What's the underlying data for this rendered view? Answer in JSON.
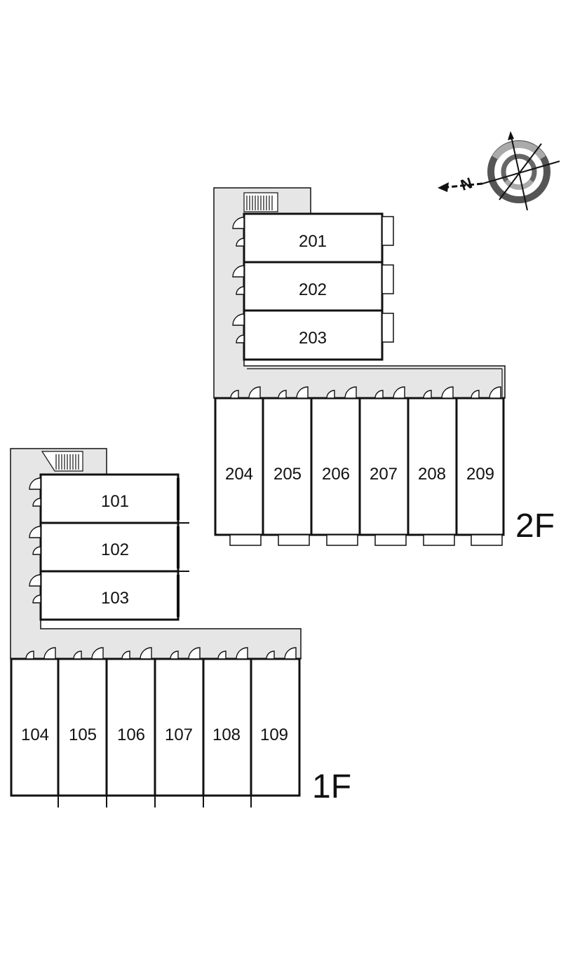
{
  "floors": [
    {
      "label": "2F",
      "upper_units": [
        "201",
        "202",
        "203"
      ],
      "lower_units": [
        "204",
        "205",
        "206",
        "207",
        "208",
        "209"
      ]
    },
    {
      "label": "1F",
      "upper_units": [
        "101",
        "102",
        "103"
      ],
      "lower_units": [
        "104",
        "105",
        "106",
        "107",
        "108",
        "109"
      ]
    }
  ],
  "compass": {
    "label": "N"
  }
}
